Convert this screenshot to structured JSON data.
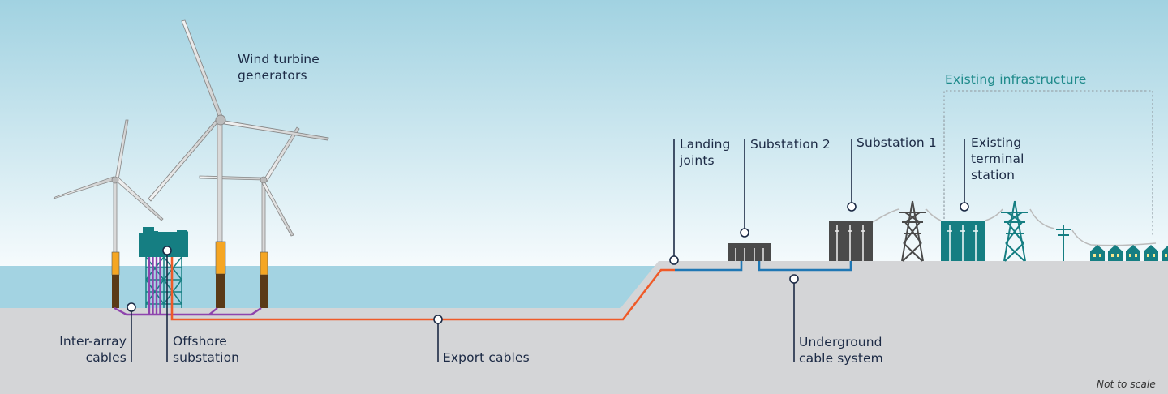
{
  "diagram": {
    "title": "Offshore wind to grid connection",
    "note": "Not to scale",
    "group_label": "Existing infrastructure",
    "labels": {
      "wind_turbines": [
        "Wind turbine",
        "generators"
      ],
      "inter_array": [
        "Inter-array",
        "cables"
      ],
      "offshore_substation": [
        "Offshore",
        "substation"
      ],
      "export_cables": [
        "Export cables"
      ],
      "landing_joints": [
        "Landing",
        "joints"
      ],
      "substation_2": [
        "Substation 2"
      ],
      "substation_1": [
        "Substation 1"
      ],
      "existing_terminal": [
        "Existing",
        "terminal",
        "station"
      ],
      "underground_cable": [
        "Underground",
        "cable system"
      ]
    },
    "colors": {
      "sky_top": "#a3d3e2",
      "sky_bottom": "#f4f9fb",
      "sea": "#a3d3e2",
      "ground": "#d4d5d7",
      "text": "#1c2a45",
      "teal": "#157e82",
      "inter_array_cable": "#8e44ad",
      "export_cable": "#ef5a28",
      "underground_cable": "#1f77b4",
      "substation_dark": "#4a4a4a",
      "monopile_yellow": "#f5a623",
      "monopile_brown": "#5a3a17",
      "house_window": "#f6e58d"
    }
  }
}
